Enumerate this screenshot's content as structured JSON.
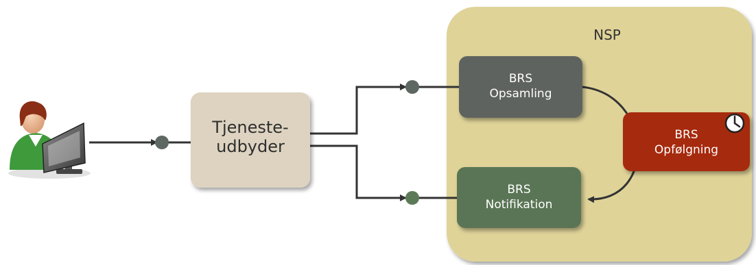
{
  "nsp": {
    "label": "NSP"
  },
  "provider": {
    "line1": "Tjeneste-",
    "line2": "udbyder"
  },
  "collection": {
    "line1": "BRS",
    "line2": "Opsamling"
  },
  "followup": {
    "line1": "BRS",
    "line2": "Opfølgning"
  },
  "notification": {
    "line1": "BRS",
    "line2": "Notifikation"
  },
  "icons": {
    "user": "user-at-computer-icon",
    "clock": "clock-icon"
  },
  "colors": {
    "nsp_bg": "#dfd398",
    "provider_bg": "#ddd3c0",
    "collection_bg": "#5f645f",
    "followup_bg": "#a62a10",
    "notification_bg": "#5a7555",
    "connector": "#333333",
    "port": "#5e6863",
    "port_green": "#5d7a58"
  }
}
